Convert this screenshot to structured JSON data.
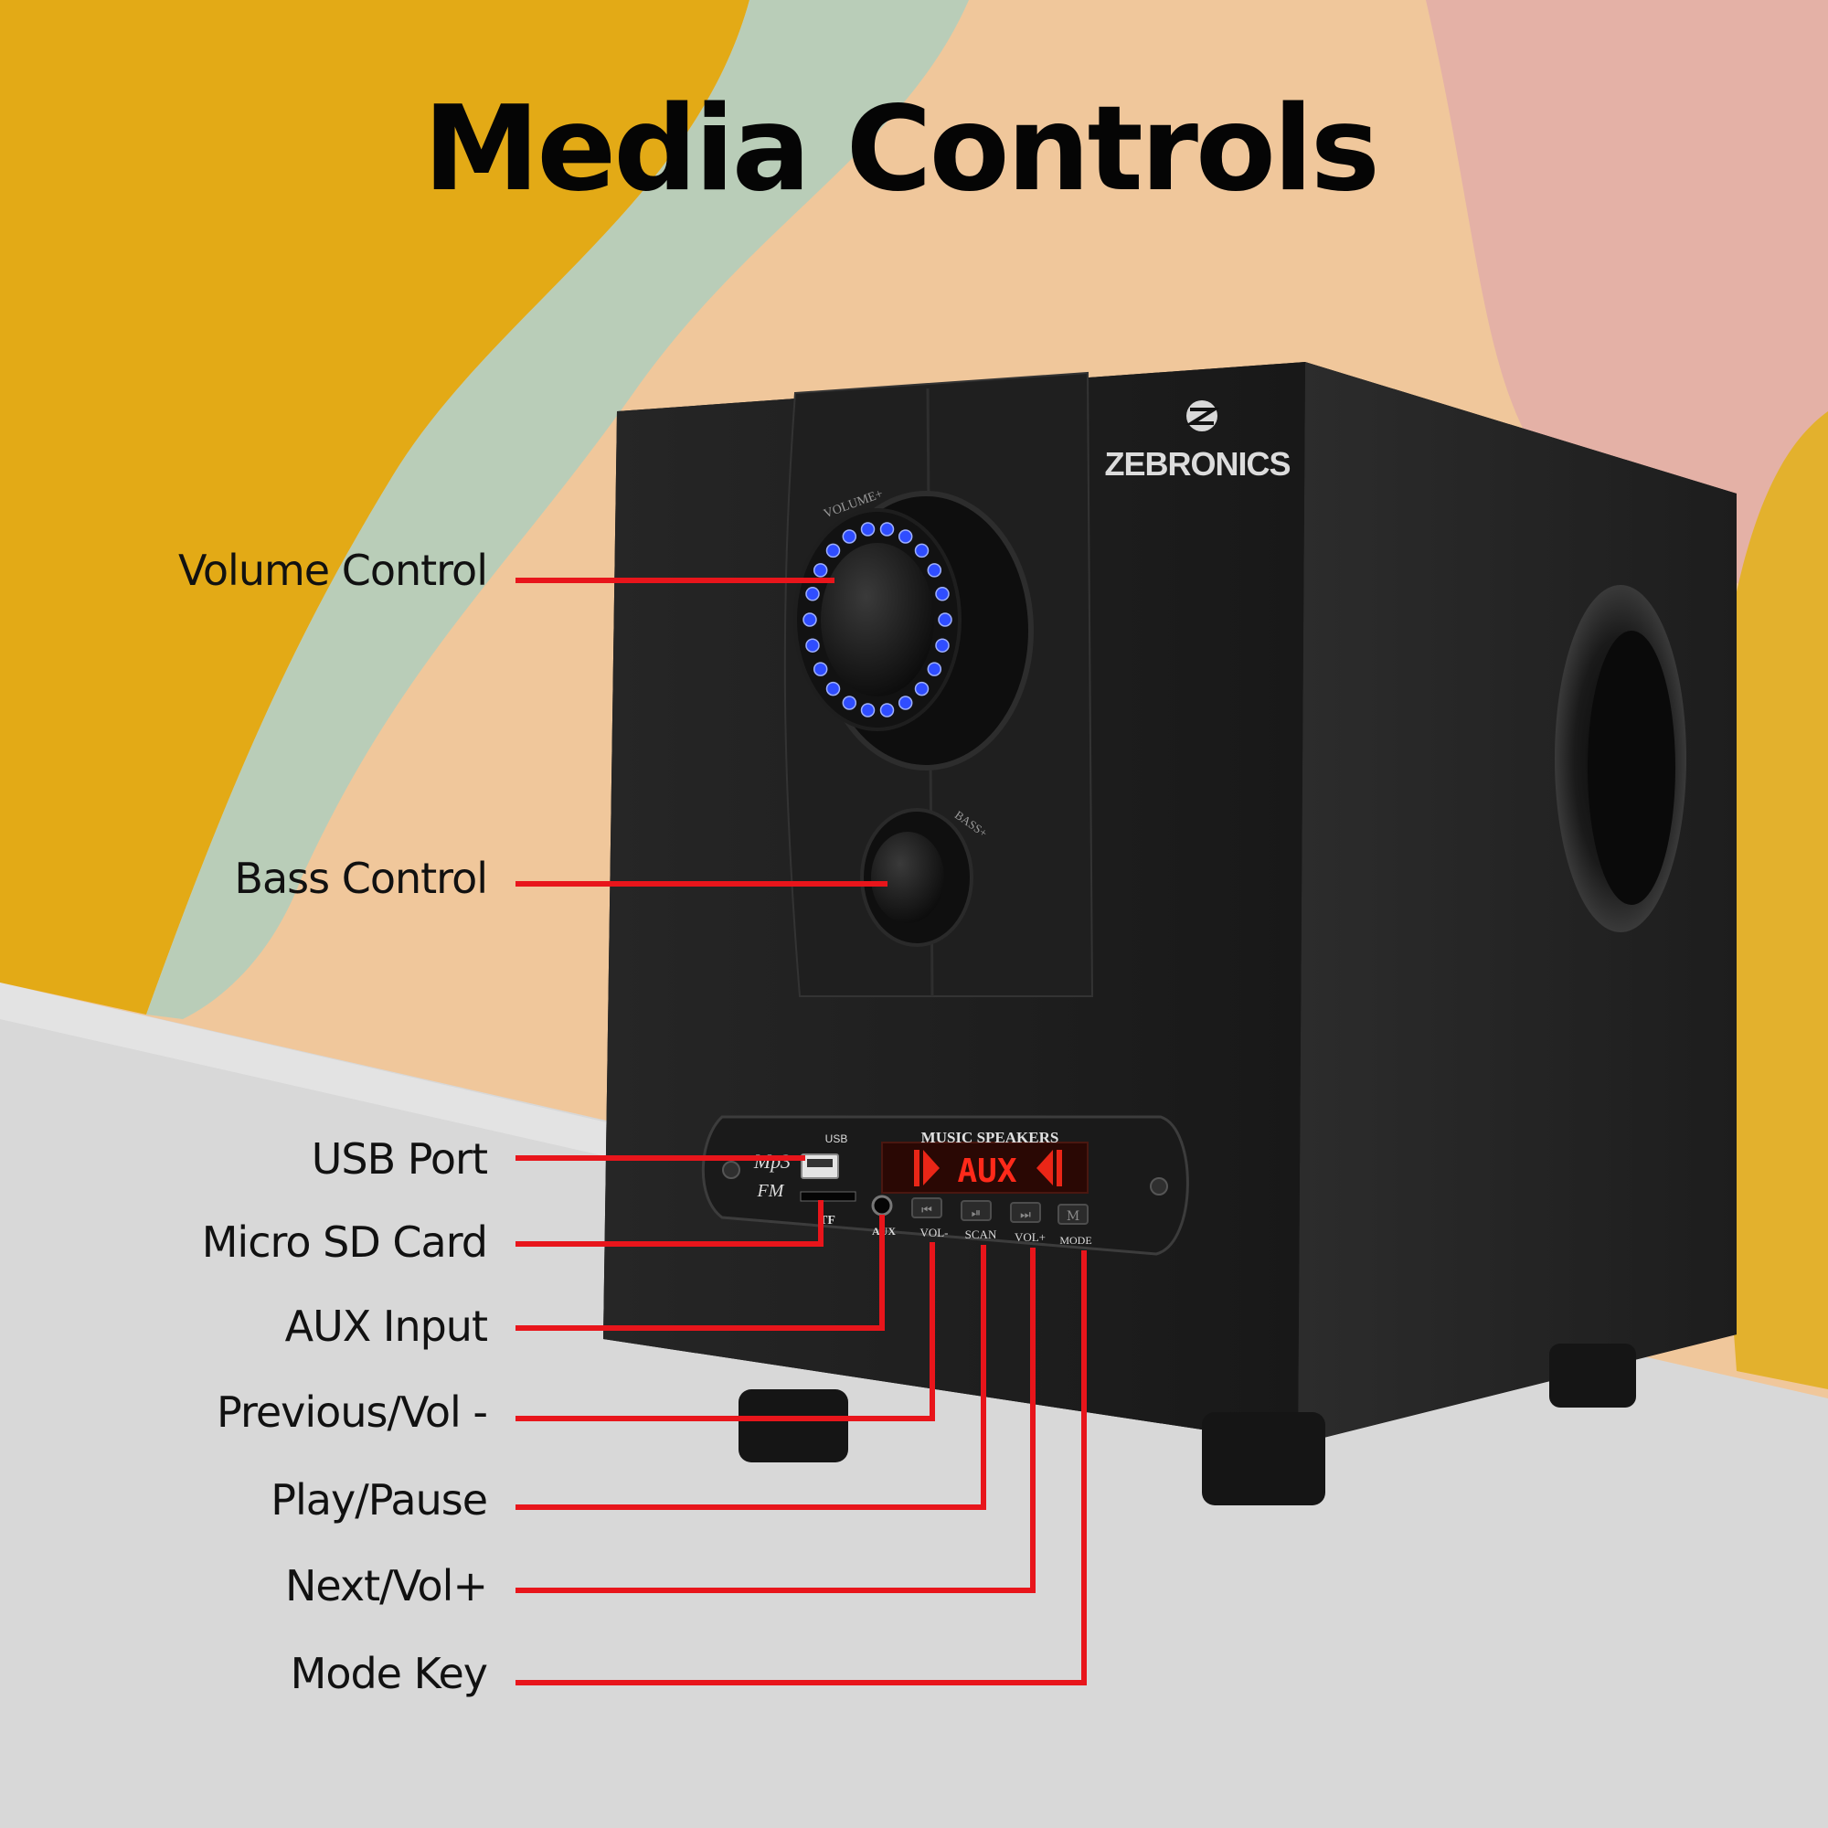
{
  "page": {
    "title": "Media Controls"
  },
  "brand": "ZEBRONICS",
  "panel": {
    "header": "MUSIC SPEAKERS",
    "display_text": "AUX",
    "badge_top": "Mp3",
    "badge_bottom": "FM",
    "usb_marker": "USB",
    "tf_marker": "TF",
    "aux_marker": "AUX",
    "buttons": [
      {
        "glyph": "⏮",
        "caption": "VOL-"
      },
      {
        "glyph": "⏯",
        "caption": "SCAN"
      },
      {
        "glyph": "⏭",
        "caption": "VOL+"
      },
      {
        "glyph": "M",
        "caption": "MODE"
      }
    ]
  },
  "knobs": {
    "volume_marking": "VOLUME+",
    "bass_marking": "BASS+"
  },
  "callouts": [
    {
      "name": "volume-control",
      "label": "Volume Control"
    },
    {
      "name": "bass-control",
      "label": "Bass Control"
    },
    {
      "name": "usb-port",
      "label": "USB Port"
    },
    {
      "name": "micro-sd-card",
      "label": "Micro SD Card"
    },
    {
      "name": "aux-input",
      "label": "AUX Input"
    },
    {
      "name": "previous-vol-down",
      "label": "Previous/Vol -"
    },
    {
      "name": "play-pause",
      "label": "Play/Pause"
    },
    {
      "name": "next-vol-up",
      "label": "Next/Vol+"
    },
    {
      "name": "mode-key",
      "label": "Mode Key"
    }
  ],
  "colors": {
    "callout_line": "#e8151b",
    "led_ring": "#2f4dff",
    "display_red": "#ff2a1a",
    "cabinet": "#1c1c1c"
  }
}
